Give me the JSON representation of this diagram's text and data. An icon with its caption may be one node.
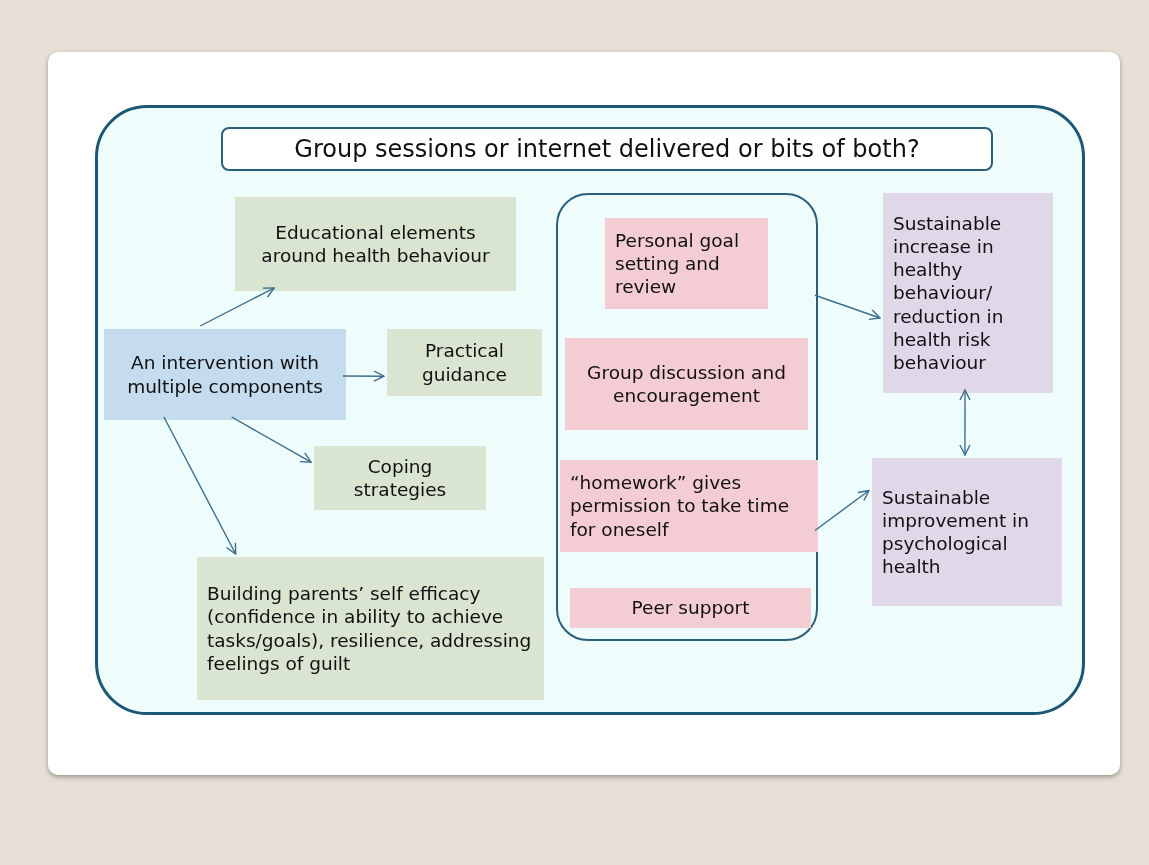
{
  "diagram": {
    "nodes": [
      {
        "text": [],
        "shape": "box"
      },
      {
        "text": [
          "Group sessions or internet delivered or bits of both?"
        ],
        "in": 0
      },
      {
        "text": [
          "Educational elements around health behaviour"
        ],
        "in": 0
      },
      {
        "text": [
          "An intervention with multiple components"
        ],
        "in": 0
      },
      {
        "text": [
          "Practical guidance"
        ],
        "in": 0
      },
      {
        "text": [
          "Coping strategies"
        ],
        "in": 0
      },
      {
        "text": [
          "Building parents’ self efficacy (confidence in ability to achieve tasks/goals), resilience, addressing feelings of guilt"
        ],
        "in": 0
      },
      {
        "text": [],
        "shape": "box",
        "in": 0
      },
      {
        "text": [
          "Personal goal setting and review"
        ],
        "in": 7
      },
      {
        "text": [
          "Group discussion and encouragement"
        ],
        "in": 7
      },
      {
        "text": [
          "“homework” gives permission to take time for oneself"
        ],
        "in": 7
      },
      {
        "text": [
          "Peer support"
        ],
        "in": 7
      },
      {
        "text": [
          "Sustainable increase in healthy behaviour/ reduction in health risk behaviour"
        ],
        "in": 0
      },
      {
        "text": [
          "Sustainable improvement in psychological health"
        ],
        "in": 0
      }
    ],
    "edges": [
      {
        "from": 3,
        "to": 2,
        "arrow": "to"
      },
      {
        "from": 3,
        "to": 4,
        "arrow": "to"
      },
      {
        "from": 3,
        "to": 5,
        "arrow": "to"
      },
      {
        "from": 3,
        "to": 6,
        "arrow": "to"
      },
      {
        "from": 7,
        "to": 12,
        "arrow": "to"
      },
      {
        "from": 7,
        "to": 13,
        "arrow": "to"
      },
      {
        "from": 12,
        "to": 13,
        "arrow": "both"
      }
    ]
  }
}
